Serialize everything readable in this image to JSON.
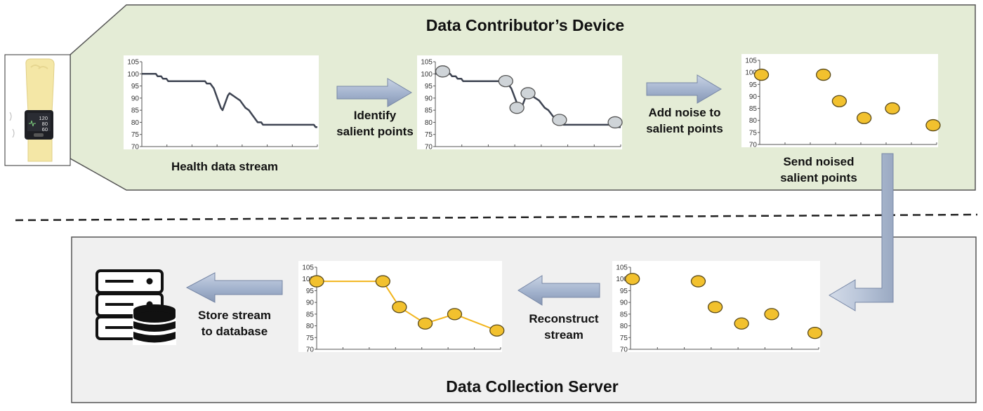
{
  "device": {
    "title": "Data Contributor’s Device",
    "watch": {
      "readings": [
        "120",
        "80",
        "60"
      ]
    }
  },
  "server": {
    "title": "Data Collection Server"
  },
  "steps": {
    "health_stream": "Health data stream",
    "identify": [
      "Identify",
      "salient points"
    ],
    "add_noise": [
      "Add noise to",
      "salient points"
    ],
    "send": [
      "Send noised",
      "salient points"
    ],
    "reconstruct": [
      "Reconstruct",
      "stream"
    ],
    "store": [
      "Store stream",
      "to database"
    ]
  },
  "icons": [
    "wrist-device-icon",
    "server-rack-icon",
    "database-icon"
  ],
  "colors": {
    "device_bg": "#e4ecd6",
    "server_bg": "#f0f0f0",
    "stream_line": "#3e4452",
    "salient_point": "#cfd4d8",
    "noised_point": "#f2c12e",
    "reconstructed_line": "#f2b51c",
    "arrow_fill": "#a6b5cf"
  },
  "chart_data": [
    {
      "id": "health-data-stream",
      "type": "line",
      "yticks": [
        105,
        100,
        95,
        90,
        85,
        80,
        75,
        70
      ],
      "ylim": [
        70,
        105
      ],
      "xlim": [
        0,
        100
      ],
      "series": [
        {
          "points": [
            [
              0,
              100
            ],
            [
              8,
              100
            ],
            [
              9,
              99
            ],
            [
              11,
              99
            ],
            [
              12,
              98
            ],
            [
              14,
              98
            ],
            [
              15,
              97
            ],
            [
              36,
              97
            ],
            [
              37,
              96
            ],
            [
              39,
              96
            ],
            [
              40,
              95
            ],
            [
              41,
              94
            ],
            [
              42,
              92
            ],
            [
              43,
              90
            ],
            [
              44,
              88
            ],
            [
              45,
              86
            ],
            [
              46,
              85
            ],
            [
              47,
              87
            ],
            [
              48,
              89
            ],
            [
              49,
              91
            ],
            [
              50,
              92
            ],
            [
              51,
              91.5
            ],
            [
              52,
              91
            ],
            [
              53,
              90.5
            ],
            [
              54,
              90
            ],
            [
              56,
              89
            ],
            [
              57,
              88
            ],
            [
              58,
              87
            ],
            [
              59,
              86
            ],
            [
              61,
              85
            ],
            [
              62,
              84
            ],
            [
              63,
              83
            ],
            [
              64,
              82
            ],
            [
              65,
              81
            ],
            [
              66,
              80
            ],
            [
              68,
              80
            ],
            [
              69,
              79
            ],
            [
              98,
              79
            ],
            [
              99,
              78
            ],
            [
              100,
              78
            ]
          ]
        }
      ]
    },
    {
      "id": "salient-points",
      "type": "line",
      "yticks": [
        105,
        100,
        95,
        90,
        85,
        80,
        75,
        70
      ],
      "ylim": [
        70,
        105
      ],
      "xlim": [
        0,
        100
      ],
      "series": [
        {
          "points": [
            [
              0,
              100
            ],
            [
              8,
              100
            ],
            [
              9,
              99
            ],
            [
              11,
              99
            ],
            [
              12,
              98
            ],
            [
              14,
              98
            ],
            [
              15,
              97
            ],
            [
              36,
              97
            ],
            [
              37,
              96
            ],
            [
              39,
              96
            ],
            [
              40,
              95
            ],
            [
              41,
              94
            ],
            [
              42,
              92
            ],
            [
              43,
              90
            ],
            [
              44,
              88
            ],
            [
              45,
              86
            ],
            [
              46,
              85
            ],
            [
              47,
              87
            ],
            [
              48,
              89
            ],
            [
              49,
              91
            ],
            [
              50,
              92
            ],
            [
              51,
              91.5
            ],
            [
              52,
              91
            ],
            [
              53,
              90.5
            ],
            [
              54,
              90
            ],
            [
              56,
              89
            ],
            [
              57,
              88
            ],
            [
              58,
              87
            ],
            [
              59,
              86
            ],
            [
              61,
              85
            ],
            [
              62,
              84
            ],
            [
              63,
              83
            ],
            [
              64,
              82
            ],
            [
              65,
              81
            ],
            [
              66,
              80
            ],
            [
              68,
              80
            ],
            [
              69,
              79
            ],
            [
              98,
              79
            ],
            [
              99,
              78
            ],
            [
              100,
              78
            ]
          ]
        }
      ],
      "markers": [
        [
          4,
          101
        ],
        [
          38,
          97
        ],
        [
          44,
          86
        ],
        [
          50,
          92
        ],
        [
          67,
          81
        ],
        [
          97,
          80
        ]
      ]
    },
    {
      "id": "noised-salient-points",
      "type": "scatter",
      "yticks": [
        105,
        100,
        95,
        90,
        85,
        80,
        75,
        70
      ],
      "ylim": [
        70,
        105
      ],
      "xlim": [
        0,
        100
      ],
      "markers": [
        [
          1,
          99
        ],
        [
          36,
          99
        ],
        [
          45,
          88
        ],
        [
          59,
          81
        ],
        [
          75,
          85
        ],
        [
          98,
          78
        ]
      ]
    },
    {
      "id": "received-salient-points",
      "type": "scatter",
      "yticks": [
        105,
        100,
        95,
        90,
        85,
        80,
        75,
        70
      ],
      "ylim": [
        70,
        105
      ],
      "xlim": [
        0,
        100
      ],
      "markers": [
        [
          1,
          100
        ],
        [
          36,
          99
        ],
        [
          45,
          88
        ],
        [
          59,
          81
        ],
        [
          75,
          85
        ],
        [
          98,
          77
        ]
      ]
    },
    {
      "id": "reconstructed-stream",
      "type": "line",
      "yticks": [
        105,
        100,
        95,
        90,
        85,
        80,
        75,
        70
      ],
      "ylim": [
        70,
        105
      ],
      "xlim": [
        0,
        100
      ],
      "series": [
        {
          "points": [
            [
              0,
              99
            ],
            [
              36,
              99
            ],
            [
              45,
              88
            ],
            [
              59,
              81
            ],
            [
              75,
              85
            ],
            [
              98,
              78
            ]
          ]
        }
      ],
      "markers": [
        [
          0,
          99
        ],
        [
          36,
          99
        ],
        [
          45,
          88
        ],
        [
          59,
          81
        ],
        [
          75,
          85
        ],
        [
          98,
          78
        ]
      ]
    }
  ]
}
